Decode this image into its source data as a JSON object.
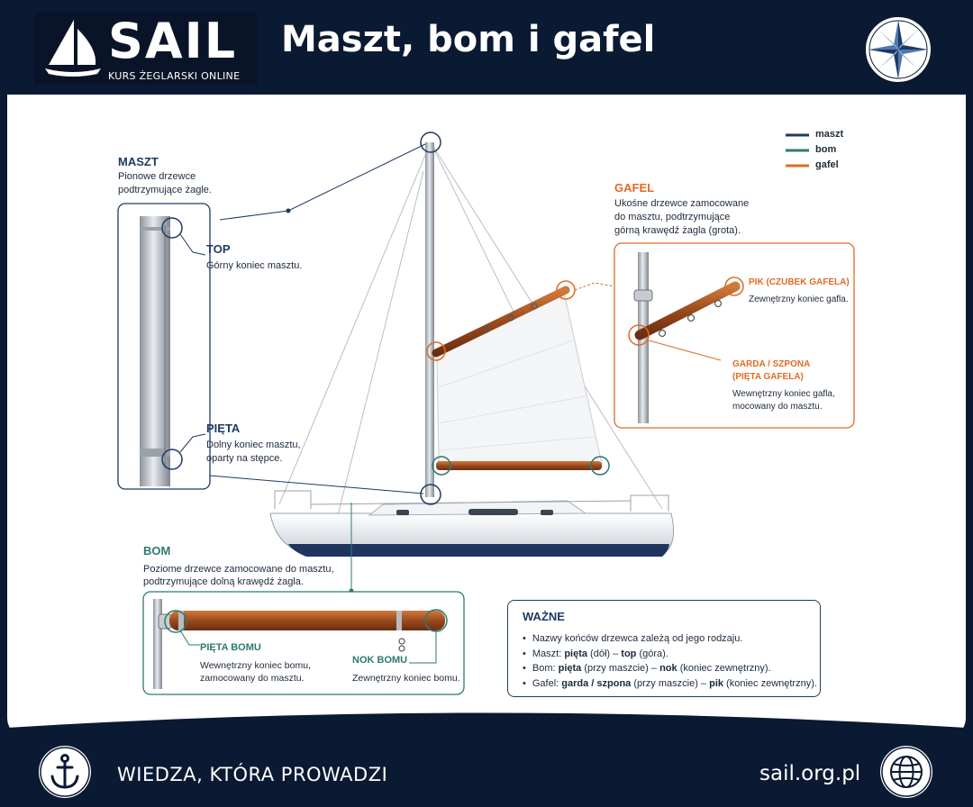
{
  "header": {
    "logo_word": "SAIL",
    "logo_tagline": "KURS ŻEGLARSKI ONLINE",
    "title": "Maszt, bom i gafel",
    "logo_icon": "sailboat-icon",
    "corner_icon": "compass-rose-icon"
  },
  "legend": {
    "items": [
      {
        "label": "maszt",
        "color": "#1e3a63"
      },
      {
        "label": "bom",
        "color": "#2e7a6e"
      },
      {
        "label": "gafel",
        "color": "#e06b25"
      }
    ]
  },
  "maszt": {
    "title": "MASZT",
    "desc_line1": "Pionowe drzewce",
    "desc_line2": "podtrzymujące żagle.",
    "top_title": "TOP",
    "top_desc": "Górny koniec masztu.",
    "pieta_title": "PIĘTA",
    "pieta_desc1": "Dolny koniec masztu,",
    "pieta_desc2": "oparty na stępce."
  },
  "gafel": {
    "title": "GAFEL",
    "desc_line1": "Ukośne drzewce zamocowane",
    "desc_line2": "do masztu, podtrzymujące",
    "desc_line3": "górną krawędź żagla (grota).",
    "pik_title": "PIK (CZUBEK GAFELA)",
    "pik_desc": "Zewnętrzny koniec gafla.",
    "garda_title1": "GARDA / SZPONA",
    "garda_title2": "(PIĘTA GAFELA)",
    "garda_desc1": "Wewnętrzny koniec gafla,",
    "garda_desc2": "mocowany do masztu."
  },
  "bom": {
    "title": "BOM",
    "desc_line1": "Poziome drzewce zamocowane do masztu,",
    "desc_line2": "podtrzymujące dolną krawędź żagla.",
    "pieta_title": "PIĘTA BOMU",
    "pieta_desc1": "Wewnętrzny koniec bomu,",
    "pieta_desc2": "zamocowany do masztu.",
    "nok_title": "NOK BOMU",
    "nok_desc": "Zewnętrzny koniec bomu."
  },
  "note": {
    "title": "WAŻNE",
    "line1": "Nazwy końców drzewca zależą od jego rodzaju.",
    "line2_prefix": "Maszt: ",
    "line2_b1": "pięta",
    "line2_mid": " (dół) – ",
    "line2_b2": "top",
    "line2_suffix": " (góra).",
    "line3_prefix": "Bom: ",
    "line3_b1": "pięta",
    "line3_mid": " (przy maszcie) – ",
    "line3_b2": "nok",
    "line3_suffix": " (koniec zewnętrzny).",
    "line4_prefix": "Gafel: ",
    "line4_b1": "garda / szpona",
    "line4_mid": " (przy maszcie) – ",
    "line4_b2": "pik",
    "line4_suffix": " (koniec zewnętrzny)."
  },
  "footer": {
    "slogan": "WIEDZA, KTÓRA PROWADZI",
    "url": "sail.org.pl",
    "left_icon": "anchor-icon",
    "right_icon": "globe-icon"
  },
  "colors": {
    "navy": "#0b1a33",
    "maszt": "#1e3a63",
    "bom": "#2e7a6e",
    "gafel": "#e06b25",
    "wood": "#9a4a1c"
  }
}
